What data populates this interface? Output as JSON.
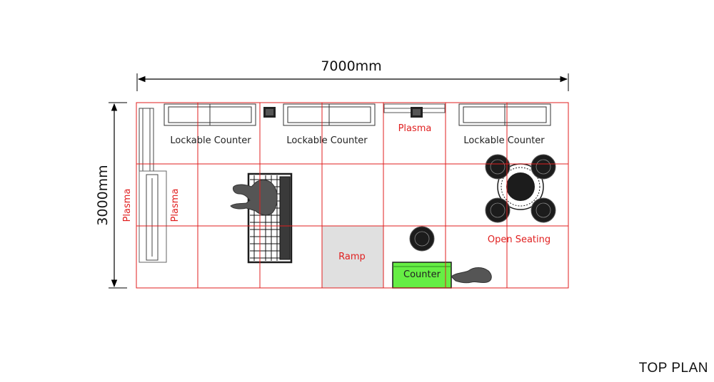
{
  "dimensions": {
    "width_label": "7000mm",
    "height_label": "3000mm"
  },
  "labels": {
    "counter_1": "Lockable Counter",
    "counter_2": "Lockable Counter",
    "counter_3": "Lockable Counter",
    "plasma_top": "Plasma",
    "plasma_left_1": "Plasma",
    "plasma_left_2": "Plasma",
    "ramp": "Ramp",
    "open_seating": "Open Seating",
    "counter": "Counter"
  },
  "footer": {
    "title": "TOP PLAN"
  },
  "colors": {
    "grid": "#e01f1f",
    "label_red": "#e01f1f",
    "counter_fill": "#66ee44",
    "ramp_fill": "#e0e0e0",
    "furniture": "#1c1c1c"
  }
}
